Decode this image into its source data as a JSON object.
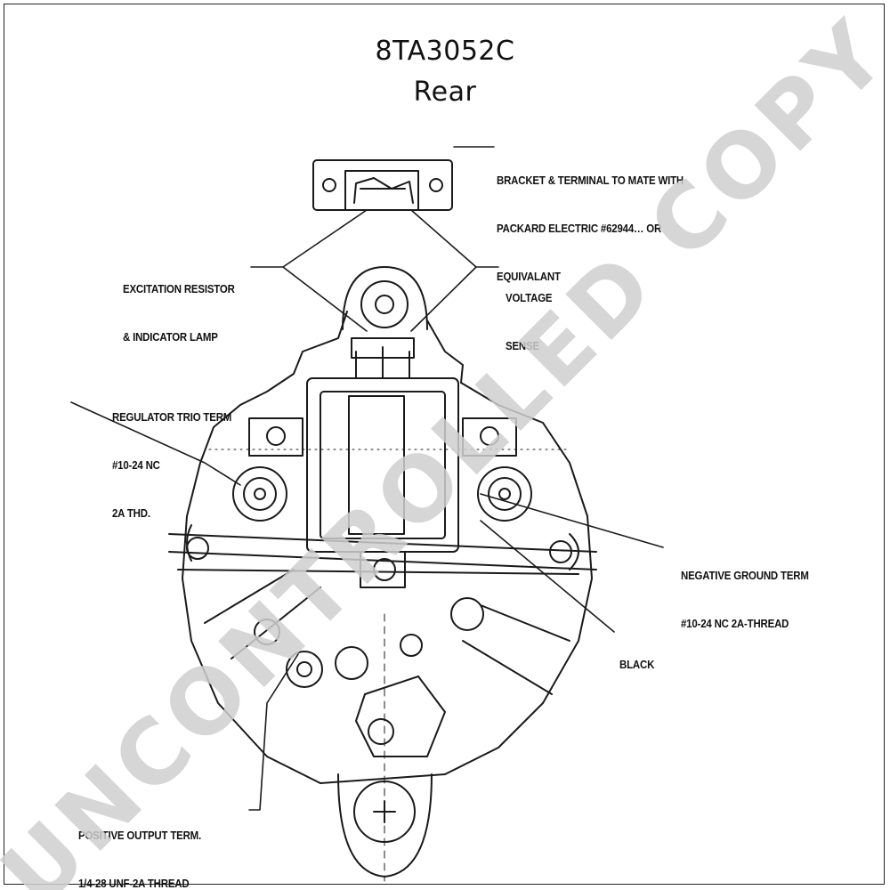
{
  "header": {
    "part_number": "8TA3052C",
    "view": "Rear"
  },
  "callouts": {
    "bracket": [
      "BRACKET & TERMINAL TO MATE WITH",
      "PACKARD ELECTRIC #62944… OR",
      "EQUIVALANT"
    ],
    "excitation": [
      "EXCITATION RESISTOR",
      "& INDICATOR LAMP"
    ],
    "voltage_sense": [
      "VOLTAGE",
      "SENSE"
    ],
    "regulator_trio": [
      "REGULATOR TRIO TERM",
      "#10-24 NC",
      "2A THD."
    ],
    "negative_ground": [
      "NEGATIVE GROUND TERM",
      "#10-24 NC 2A-THREAD"
    ],
    "black": [
      "BLACK"
    ],
    "positive_output": [
      "POSITIVE OUTPUT TERM.",
      "1/4-28 UNF-2A THREAD"
    ]
  },
  "watermark": "UNCONTROLLED COPY",
  "colors": {
    "line": "#1a1a1a",
    "watermark": "#cfcfcf"
  }
}
